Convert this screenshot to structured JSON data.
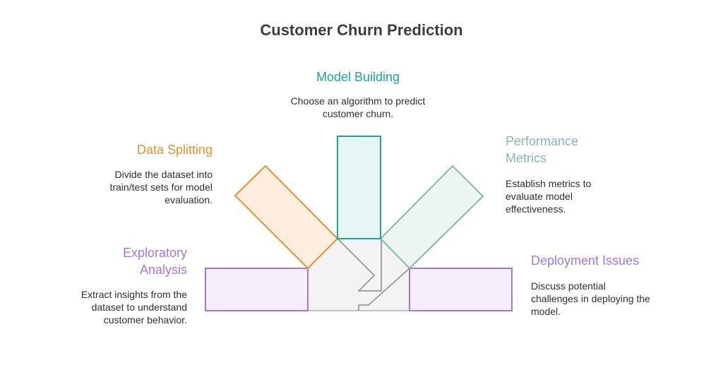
{
  "title": "Customer Churn Prediction",
  "colors": {
    "teal": "#17a89a",
    "orange": "#ec8f2a",
    "sage": "#84b8ae",
    "purple": "#a277e3",
    "gray_fill": "#f3f3f3",
    "gray_stroke": "#888888"
  },
  "stages": [
    {
      "id": "model-building",
      "label": "Model Building",
      "description": "Choose an algorithm to predict customer churn.",
      "color": "#17a89a",
      "fill": "#e7f6f4"
    },
    {
      "id": "data-splitting",
      "label": "Data Splitting",
      "description": "Divide the dataset into train/test sets for model evaluation.",
      "color": "#ec8f2a",
      "fill": "#fdeee0"
    },
    {
      "id": "performance-metrics",
      "label": "Performance Metrics",
      "description": "Establish metrics to evaluate model effectiveness.",
      "color": "#84b8ae",
      "fill": "#ecf5f2"
    },
    {
      "id": "exploratory-analysis",
      "label": "Exploratory Analysis",
      "description": "Extract insights from the dataset to understand customer behavior.",
      "color": "#a277e3",
      "fill": "#f4eefd"
    },
    {
      "id": "deployment-issues",
      "label": "Deployment Issues",
      "description": "Discuss potential challenges in deploying the model.",
      "color": "#a277e3",
      "fill": "#f4eefd"
    }
  ]
}
